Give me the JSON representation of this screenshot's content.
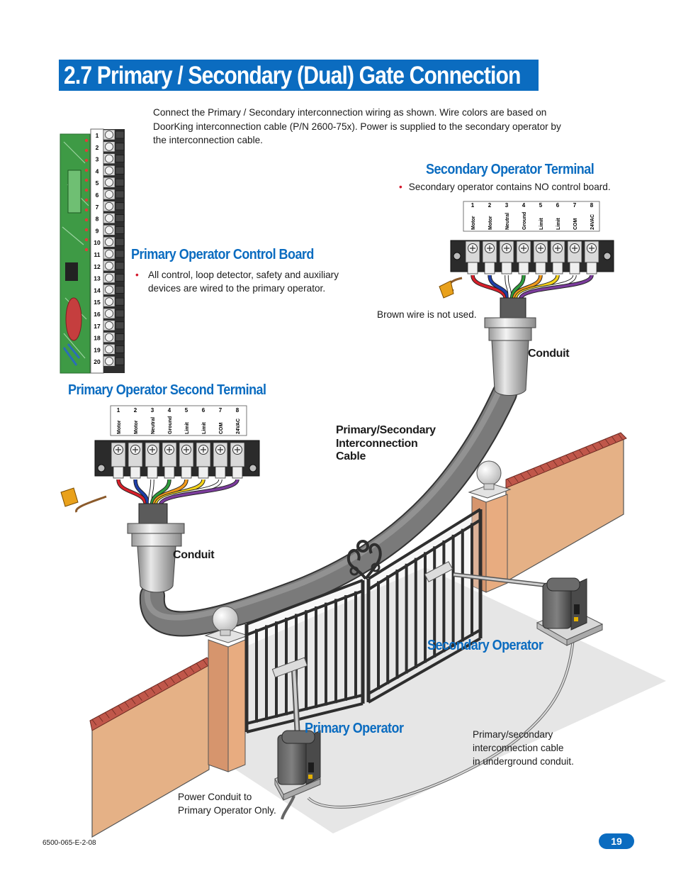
{
  "title": "2.7 Primary / Secondary (Dual) Gate Connection",
  "intro": "Connect the Primary / Secondary interconnection wiring as shown. Wire colors are based on DoorKing interconnection cable (P/N 2600-75x). Power is supplied to the secondary operator by the interconnection cable.",
  "secondary_terminal": {
    "heading": "Secondary Operator Terminal",
    "bullet": "Secondary operator contains NO control board."
  },
  "control_board": {
    "heading": "Primary Operator Control Board",
    "bullet": "All control, loop detector, safety and auxiliary devices are wired to the primary operator.",
    "terminal_numbers": [
      "1",
      "2",
      "3",
      "4",
      "5",
      "6",
      "7",
      "8",
      "9",
      "10",
      "11",
      "12",
      "13",
      "14",
      "15",
      "16",
      "17",
      "18",
      "19",
      "20"
    ]
  },
  "second_terminal": {
    "heading": "Primary Operator Second Terminal"
  },
  "terminal_numbers": [
    "1",
    "2",
    "3",
    "4",
    "5",
    "6",
    "7",
    "8"
  ],
  "terminal_labels": [
    "Motor",
    "Motor",
    "Neutral",
    "Ground",
    "Limit",
    "Limit",
    "COM",
    "24VAC"
  ],
  "wire_colors": [
    "#d61f2a",
    "#1e3fa8",
    "#ffffff",
    "#2f9b3c",
    "#f19a1d",
    "#f3d21a",
    "#ffffff",
    "#7b3c9c"
  ],
  "labels": {
    "brown_wire": "Brown wire is not used.",
    "conduit_top": "Conduit",
    "conduit_bottom": "Conduit",
    "cable_line1": "Primary/Secondary",
    "cable_line2": "Interconnection",
    "cable_line3": "Cable",
    "secondary_operator": "Secondary Operator",
    "primary_operator": "Primary Operator",
    "underground_line1": "Primary/secondary",
    "underground_line2": "interconnection cable",
    "underground_line3": "in underground conduit.",
    "power_line1": "Power Conduit to",
    "power_line2": "Primary Operator Only."
  },
  "colors": {
    "accent": "#0b6cc0",
    "brick": "#c0574a",
    "wall": "#e5b186",
    "board_green": "#3e9a45",
    "cable": "#7a7a7a"
  },
  "page_number": "19",
  "doc_number": "6500-065-E-2-08"
}
